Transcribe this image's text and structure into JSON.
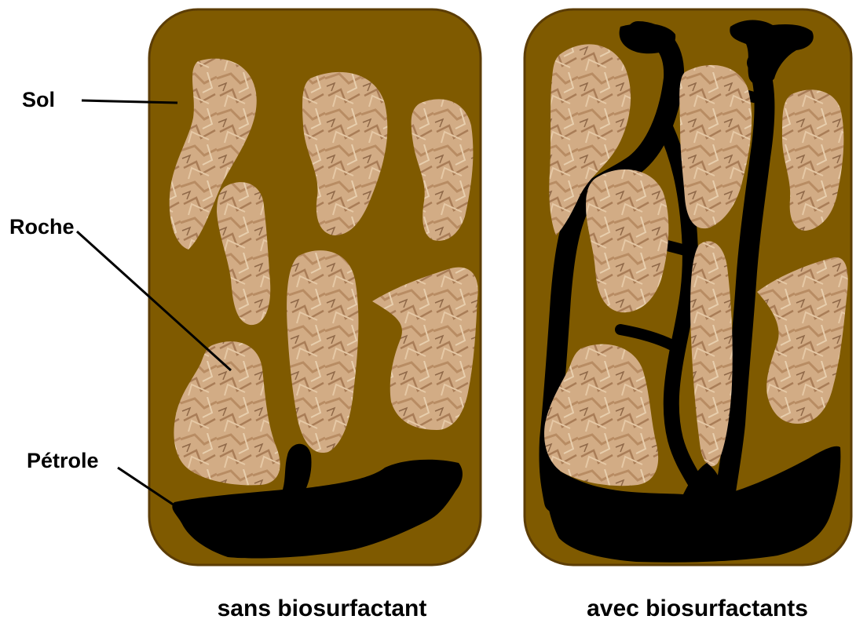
{
  "labels": {
    "soil": "Sol",
    "rock": "Roche",
    "oil": "Pétrole"
  },
  "captions": {
    "left": "sans biosurfactant",
    "right": "avec biosurfactants"
  },
  "colors": {
    "soil": "#7f5a00",
    "soil_border": "#5c3d05",
    "rock": "#d2ac85",
    "rock_shadow": "#9c7350",
    "oil": "#000000",
    "background": "#ffffff"
  }
}
